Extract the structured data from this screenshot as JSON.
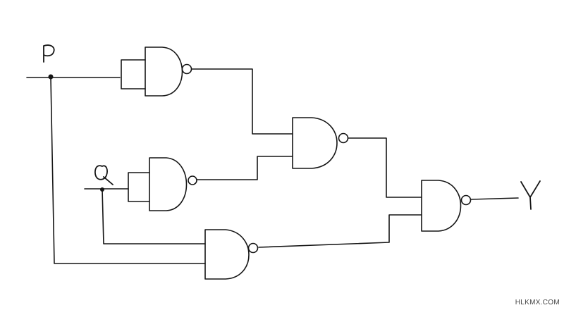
{
  "inputs": [
    {
      "id": "P",
      "label": "P"
    },
    {
      "id": "Q",
      "label": "Q"
    }
  ],
  "output": {
    "id": "Y",
    "label": "Y"
  },
  "gates": [
    {
      "id": "nand1",
      "type": "NAND",
      "inputs": [
        "P",
        "P"
      ]
    },
    {
      "id": "nand2",
      "type": "NAND",
      "inputs": [
        "Q",
        "Q"
      ]
    },
    {
      "id": "nand3",
      "type": "NAND",
      "inputs": [
        "nand1",
        "nand2"
      ]
    },
    {
      "id": "nand4",
      "type": "NAND",
      "inputs": [
        "Q",
        "P"
      ]
    },
    {
      "id": "nand5",
      "type": "NAND",
      "inputs": [
        "nand3",
        "nand4"
      ]
    }
  ],
  "watermark": "HLKMX.COM",
  "colors": {
    "ink": "#151515",
    "background": "#ffffff"
  }
}
